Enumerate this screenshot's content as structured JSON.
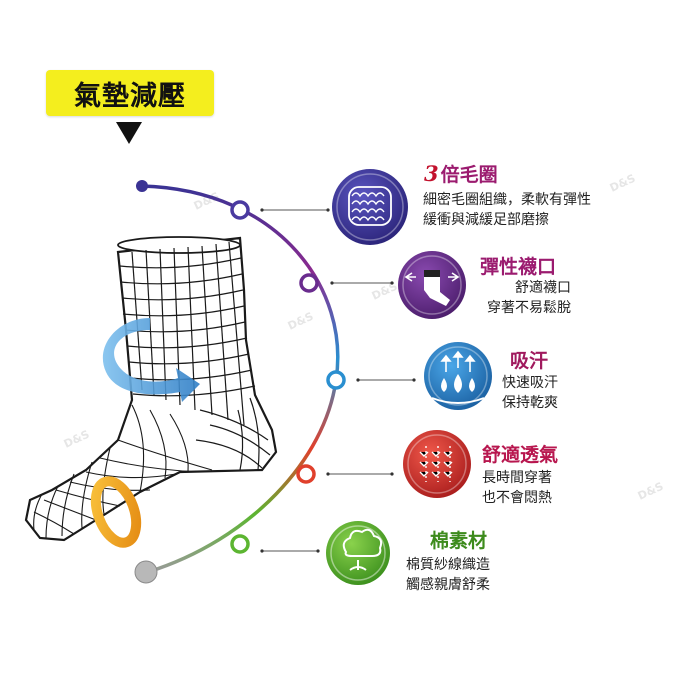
{
  "header": {
    "label": "氣墊減壓"
  },
  "features": [
    {
      "title_num": "3",
      "title": "倍毛圈",
      "lines": [
        "細密毛圈組織，柔軟有彈性",
        "緩衝與減緩足部磨擦"
      ],
      "color": "#3a3394",
      "icon": "terry-loop-icon"
    },
    {
      "title": "彈性襪口",
      "lines": [
        "舒適襪口",
        "穿著不易鬆脫"
      ],
      "color": "#6a2c8e",
      "icon": "sock-cuff-icon"
    },
    {
      "title": "吸汗",
      "lines": [
        "快速吸汗",
        "保持乾爽"
      ],
      "color": "#2a7fc4",
      "icon": "sweat-drops-icon"
    },
    {
      "title": "舒適透氣",
      "lines": [
        "長時間穿著",
        "也不會悶熱"
      ],
      "color": "#d1302c",
      "icon": "breathable-arrows-icon"
    },
    {
      "title": "棉素材",
      "lines": [
        "棉質紗線織造",
        "觸感親膚舒柔"
      ],
      "color": "#5cb531",
      "icon": "cotton-flower-icon"
    }
  ],
  "watermark": "D&S"
}
